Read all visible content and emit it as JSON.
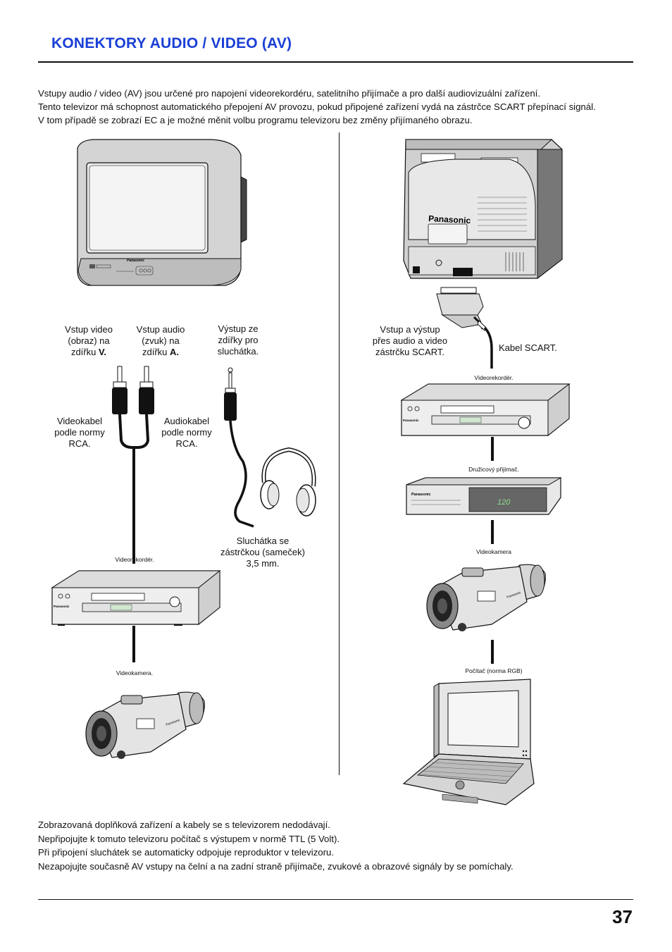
{
  "title": "KONEKTORY AUDIO / VIDEO (AV)",
  "intro": [
    "Vstupy audio / video (AV) jsou určené pro napojení videorekordéru, satelitního přijímače a pro další audiovizuální zařízení.",
    "Tento televizor má schopnost automatického přepojení AV provozu, pokud připojené zařízení vydá na zástrčce SCART přepínací signál.",
    "V tom případě se zobrazí EC a je možné měnit volbu programu televizoru bez změny přijímaného obrazu."
  ],
  "left": {
    "video_in": {
      "l1": "Vstup video",
      "l2": "(obraz) na",
      "l3": "zdířku ",
      "bold": "V."
    },
    "audio_in": {
      "l1": "Vstup audio",
      "l2": "(zvuk) na",
      "l3": "zdířku ",
      "bold": "A."
    },
    "headphone_out": {
      "l1": "Výstup ze",
      "l2": "zdířky pro",
      "l3": "sluchátka."
    },
    "video_cable": {
      "l1": "Videokabel",
      "l2": "podle normy",
      "l3": "RCA."
    },
    "audio_cable": {
      "l1": "Audiokabel",
      "l2": "podle normy",
      "l3": "RCA."
    },
    "headphones": {
      "l1": "Sluchátka se",
      "l2": "zástrčkou (sameček)",
      "l3": "3,5 mm."
    },
    "vcr_label": "Videorekordér.",
    "camera_label": "Videokamera."
  },
  "right": {
    "scart_io": {
      "l1": "Vstup a výstup",
      "l2": "přes audio a video",
      "l3": "zástrčku SCART."
    },
    "scart_cable": "Kabel SCART.",
    "vcr_label": "Videorekordér.",
    "sat_label": "Družicový přijímač.",
    "camera_label": "Videokamera",
    "pc_label": "Počítač (norma RGB)"
  },
  "brand": "Panasonic",
  "sat_display": "120",
  "notes": [
    "Zobrazovaná doplňková zařízení a kabely se s televizorem nedodávají.",
    "Nepřipojujte k tomuto televizoru počítač s výstupem v normě TTL (5 Volt).",
    "Při připojení sluchátek se automaticky odpojuje reproduktor v televizoru.",
    "Nezapojujte současně AV vstupy na čelní a na zadní straně přijímače, zvukové a obrazové signály by se pomíchaly."
  ],
  "page_number": "37"
}
